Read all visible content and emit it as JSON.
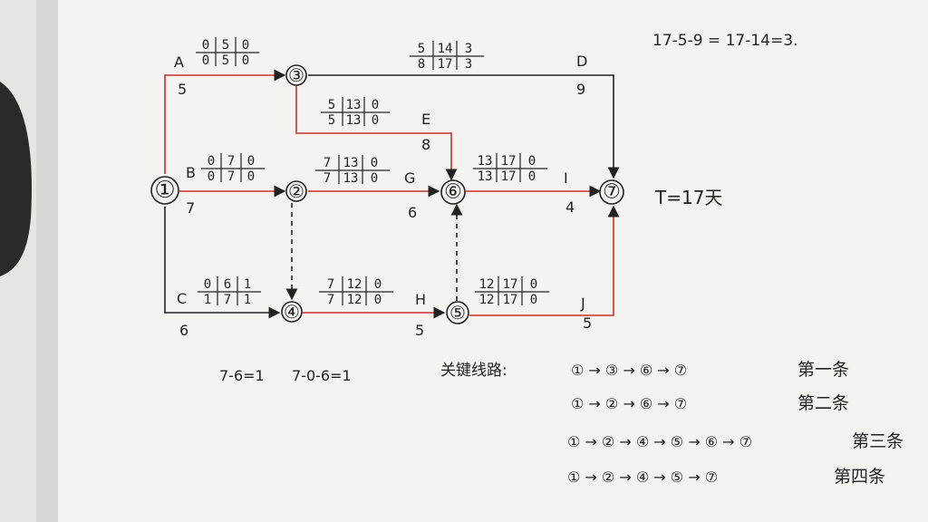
{
  "network": {
    "nodes": [
      "①",
      "②",
      "③",
      "④",
      "⑤",
      "⑥",
      "⑦"
    ],
    "activities": [
      {
        "name": "A",
        "duration": "5",
        "params": {
          "es": "0",
          "ef": "5",
          "tf": "0",
          "ls": "0",
          "lf": "5",
          "ff": "0"
        }
      },
      {
        "name": "B",
        "duration": "7",
        "params": {
          "es": "0",
          "ef": "7",
          "tf": "0",
          "ls": "0",
          "lf": "7",
          "ff": "0"
        }
      },
      {
        "name": "C",
        "duration": "6",
        "params": {
          "es": "0",
          "ef": "6",
          "tf": "1",
          "ls": "1",
          "lf": "7",
          "ff": "1"
        }
      },
      {
        "name": "D",
        "duration": "9",
        "params": {
          "es": "5",
          "ef": "14",
          "tf": "3",
          "ls": "8",
          "lf": "17",
          "ff": "3"
        }
      },
      {
        "name": "E",
        "duration": "8",
        "params": {
          "es": "5",
          "ef": "13",
          "tf": "0",
          "ls": "5",
          "lf": "13",
          "ff": "0"
        }
      },
      {
        "name": "G",
        "duration": "6",
        "params": {
          "es": "7",
          "ef": "13",
          "tf": "0",
          "ls": "7",
          "lf": "13",
          "ff": "0"
        }
      },
      {
        "name": "H",
        "duration": "5",
        "params": {
          "es": "7",
          "ef": "12",
          "tf": "0",
          "ls": "7",
          "lf": "12",
          "ff": "0"
        }
      },
      {
        "name": "I",
        "duration": "4",
        "params": {
          "es": "13",
          "ef": "17",
          "tf": "0",
          "ls": "13",
          "lf": "17",
          "ff": "0"
        }
      },
      {
        "name": "J",
        "duration": "5",
        "params": {
          "es": "12",
          "ef": "17",
          "tf": "0",
          "ls": "12",
          "lf": "17",
          "ff": "0"
        }
      }
    ]
  },
  "notes": {
    "d_free_float_calc": "17-5-9 = 17-14=3.",
    "total_duration": "T=17天",
    "c_calc_1": "7-6=1",
    "c_calc_2": "7-0-6=1"
  },
  "critical_paths": {
    "label": "关键线路:",
    "paths": [
      {
        "route": "① → ③ → ⑥ → ⑦",
        "ordinal": "第一条"
      },
      {
        "route": "① → ② → ⑥ → ⑦",
        "ordinal": "第二条"
      },
      {
        "route": "① → ② → ④ → ⑤ → ⑥ → ⑦",
        "ordinal": "第三条"
      },
      {
        "route": "① → ② → ④ → ⑤ → ⑦",
        "ordinal": "第四条"
      }
    ]
  },
  "colors": {
    "paper": "#f4f3f0",
    "ink": "#222222",
    "critical_red": "#c8302d",
    "board": "#d9d7d3"
  }
}
